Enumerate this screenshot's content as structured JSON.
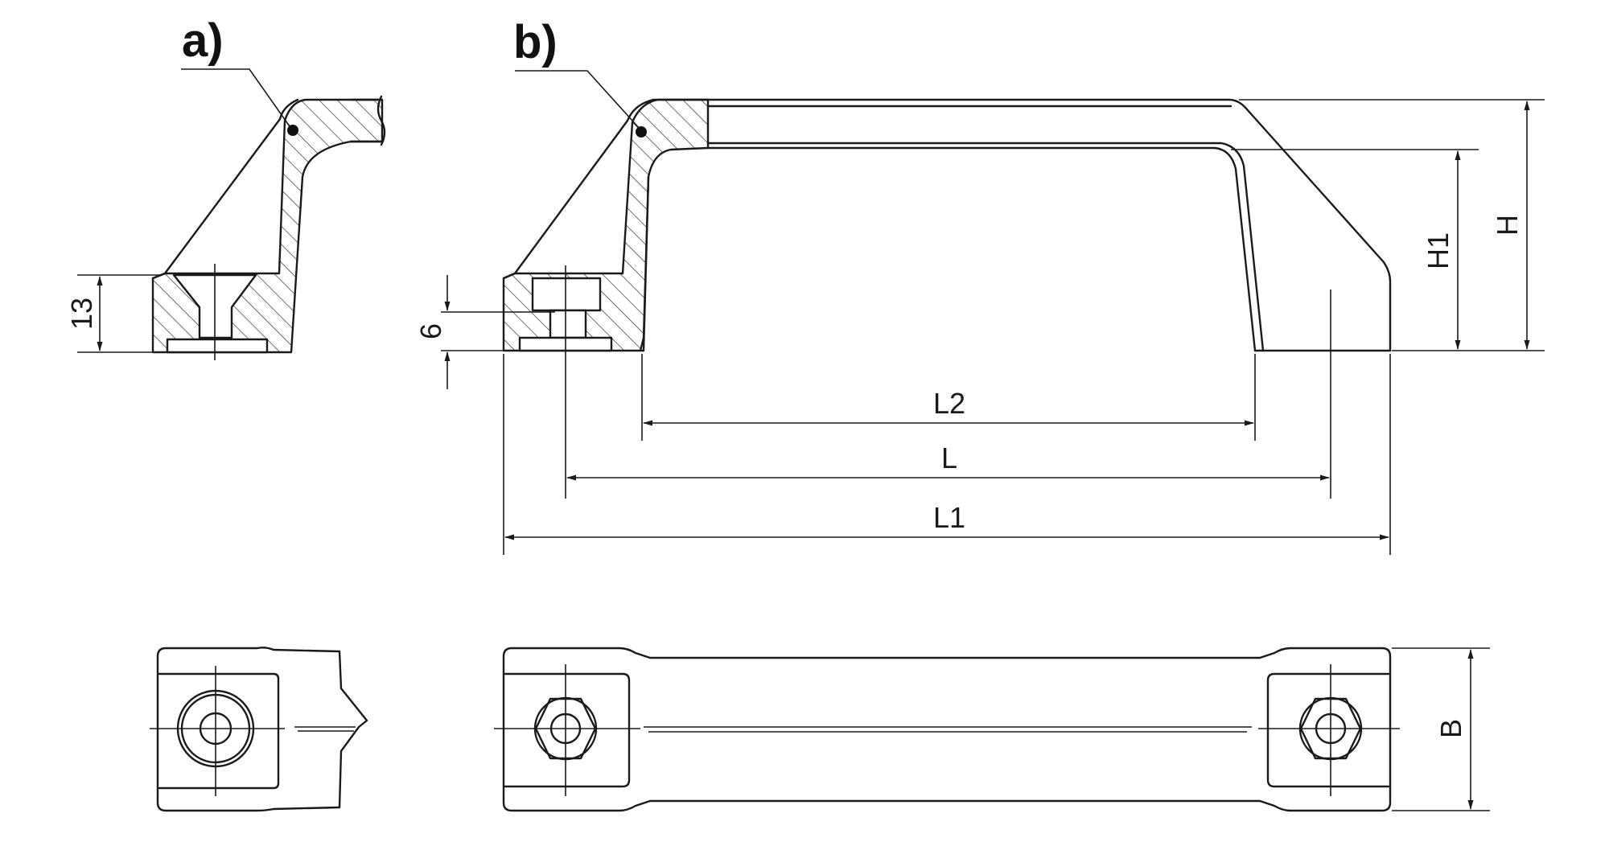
{
  "labels": {
    "variant_a": "a)",
    "variant_b": "b)"
  },
  "dimensions": {
    "a_height": "13",
    "b_height": "6",
    "L2": "L2",
    "L": "L",
    "L1": "L1",
    "H1": "H1",
    "H": "H",
    "B": "B"
  }
}
